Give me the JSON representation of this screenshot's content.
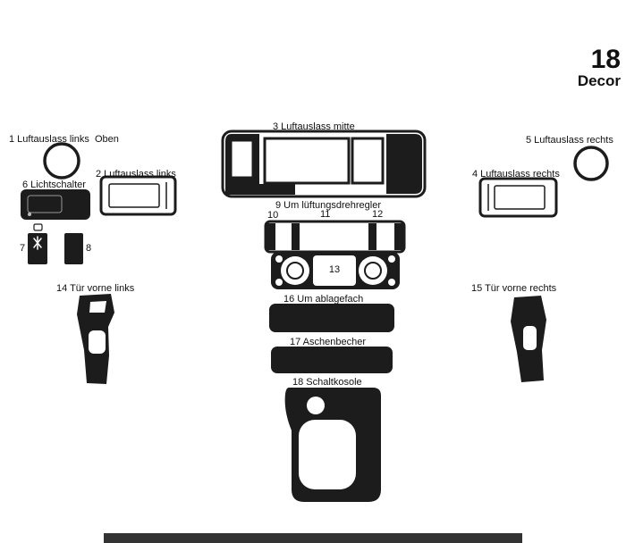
{
  "header": {
    "number": "18",
    "name": "Decor"
  },
  "labels": {
    "p1": "1 Luftauslass links",
    "p1b": "Oben",
    "p2": "2 Luftauslass links",
    "p3": "3 Luftauslass mitte",
    "p4": "4 Luftauslass rechts",
    "p5": "5 Luftauslass rechts",
    "p6": "6 Lichtschalter",
    "p7": "7",
    "p8": "8",
    "p9": "9 Um lüftungsdrehregler",
    "p10": "10",
    "p11": "11",
    "p12": "12",
    "p13": "13",
    "p14": "14 Tür vorne links",
    "p15": "15 Tür vorne rechts",
    "p16": "16 Um ablagefach",
    "p17": "17 Aschenbecher",
    "p18": "18 Schaltkosole"
  },
  "colors": {
    "part_fill": "#1c1c1c",
    "background": "#ffffff",
    "text": "#111111",
    "bottom_bar": "#333333"
  }
}
